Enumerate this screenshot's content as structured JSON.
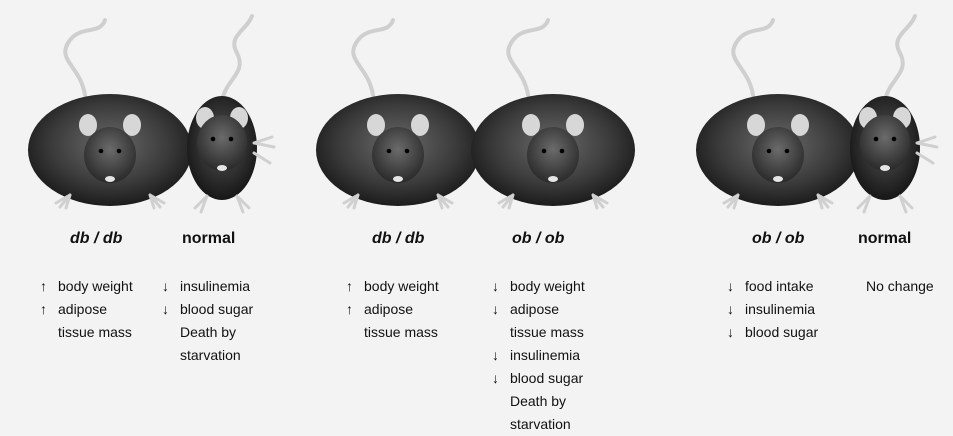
{
  "panels": [
    {
      "mice": [
        {
          "genotype": "db / db",
          "effects": [
            {
              "arrow": "↑",
              "text": "body weight"
            },
            {
              "arrow": "↑",
              "text": "adipose"
            },
            {
              "arrow": "",
              "text": "tissue mass"
            }
          ]
        },
        {
          "genotype": "normal",
          "effects": [
            {
              "arrow": "↓",
              "text": "insulinemia"
            },
            {
              "arrow": "↓",
              "text": "blood sugar"
            },
            {
              "arrow": "",
              "text": "Death by"
            },
            {
              "arrow": "",
              "text": "starvation"
            }
          ]
        }
      ]
    },
    {
      "mice": [
        {
          "genotype": "db / db",
          "effects": [
            {
              "arrow": "↑",
              "text": "body weight"
            },
            {
              "arrow": "↑",
              "text": "adipose"
            },
            {
              "arrow": "",
              "text": "tissue mass"
            }
          ]
        },
        {
          "genotype": "ob / ob",
          "effects": [
            {
              "arrow": "↓",
              "text": "body weight"
            },
            {
              "arrow": "↓",
              "text": "adipose"
            },
            {
              "arrow": "",
              "text": "tissue mass"
            },
            {
              "arrow": "↓",
              "text": "insulinemia"
            },
            {
              "arrow": "↓",
              "text": "blood sugar"
            },
            {
              "arrow": "",
              "text": "Death by"
            },
            {
              "arrow": "",
              "text": "starvation"
            }
          ]
        }
      ]
    },
    {
      "mice": [
        {
          "genotype": "ob / ob",
          "effects": [
            {
              "arrow": "↓",
              "text": "food intake"
            },
            {
              "arrow": "↓",
              "text": "insulinemia"
            },
            {
              "arrow": "↓",
              "text": "blood sugar"
            }
          ]
        },
        {
          "genotype": "normal",
          "effects": [
            {
              "arrow": "",
              "text": "No change"
            }
          ]
        }
      ]
    }
  ],
  "colors": {
    "background": "#f3f3f3",
    "mouse_dark": "#1e1e1e",
    "mouse_mid": "#5a5a5a",
    "ear": "#d9d9d9",
    "text": "#111111"
  }
}
